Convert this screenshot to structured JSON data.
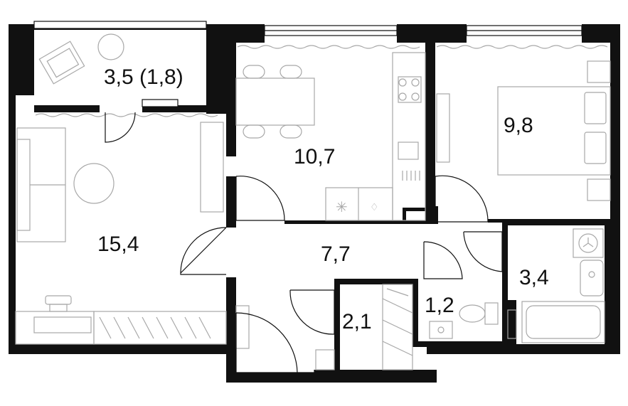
{
  "plan": {
    "rooms": [
      {
        "id": "balcony",
        "label": "3,5 (1,8)"
      },
      {
        "id": "living",
        "label": "15,4"
      },
      {
        "id": "kitchen",
        "label": "10,7"
      },
      {
        "id": "bedroom",
        "label": "9,8"
      },
      {
        "id": "hall",
        "label": "7,7"
      },
      {
        "id": "closet",
        "label": "2,1"
      },
      {
        "id": "wc",
        "label": "1,2"
      },
      {
        "id": "bathroom",
        "label": "3,4"
      }
    ],
    "colors": {
      "wall": "#111111",
      "furniture": "#a8a8a8",
      "window": "#ffffff",
      "background": "#ffffff"
    }
  }
}
